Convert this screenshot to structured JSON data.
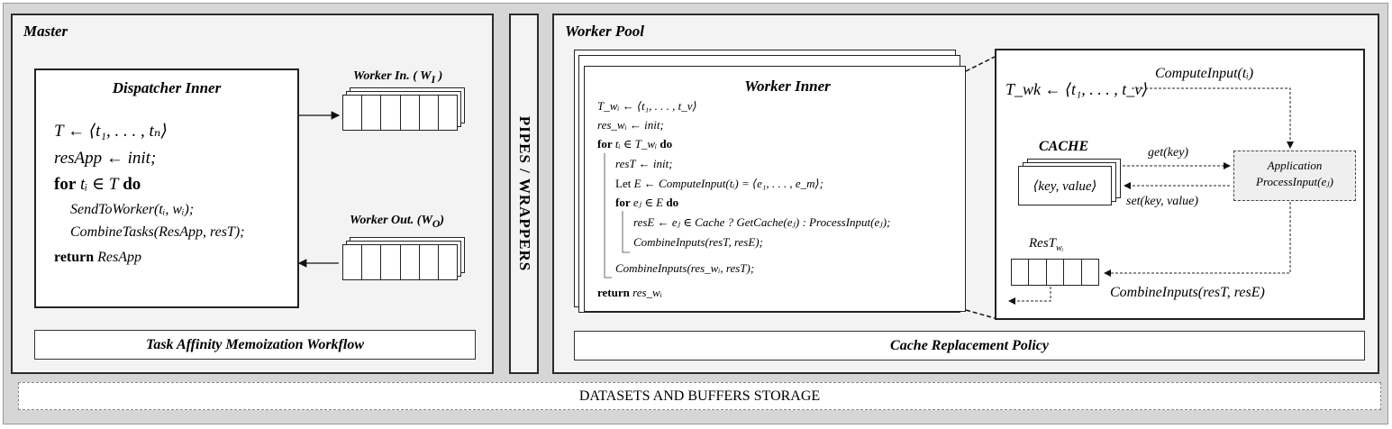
{
  "storage": {
    "label": "DATASETS AND BUFFERS STORAGE"
  },
  "master": {
    "title": "Master",
    "dispatcher": {
      "title": "Dispatcher Inner",
      "l1": "T ← ⟨t₁, . . . , tₙ⟩",
      "l2": "resApp ← init;",
      "l3_kw": "for",
      "l3_mid": "tᵢ ∈ T",
      "l3_kw2": "do",
      "l4": "SendToWorker(tᵢ, wᵢ);",
      "l5": "CombineTasks(ResApp, resT);",
      "l6_kw": "return",
      "l6_val": "ResApp"
    },
    "worker_in_label": "Worker In. ( W",
    "worker_in_sub": "I",
    "worker_in_tail": " )",
    "worker_out_label": "Worker Out. (W",
    "worker_out_sub": "O",
    "worker_out_tail": ")",
    "caption": "Task Affinity Memoization Workflow"
  },
  "pipes": {
    "label": "PIPES / WRAPPERS"
  },
  "pool": {
    "title": "Worker Pool",
    "inner": {
      "title": "Worker Inner",
      "l1": "T_wᵢ ← ⟨t₁, . . . , t_v⟩",
      "l2": "res_wᵢ ← init;",
      "l3_kw": "for",
      "l3_mid": "tᵢ ∈ T_wᵢ",
      "l3_kw2": "do",
      "l4": "resT ← init;",
      "l5_kw": "Let",
      "l5": "E ← ComputeInput(tᵢ) = ⟨e₁, . . . , e_m⟩;",
      "l6_kw": "for",
      "l6_mid": "eⱼ ∈ E",
      "l6_kw2": "do",
      "l7": "resE ← eⱼ ∈ Cache ? GetCache(eⱼ) : ProcessInput(eⱼ);",
      "l8": "CombineInputs(resT, resE);",
      "l9": "CombineInputs(res_wᵢ, resT);",
      "l10_kw": "return",
      "l10": "res_wᵢ"
    },
    "detail": {
      "twk": "T_wk ← ⟨t₁, . . . , t_v⟩",
      "compute": "ComputeInput(tᵢ)",
      "cache_title": "CACHE",
      "cache_kv": "⟨key, value⟩",
      "get": "get(key)",
      "set": "set(key, value)",
      "app_l1": "Application",
      "app_l2": "ProcessInput(eⱼ)",
      "rest": "ResT",
      "rest_sub": "wᵢ",
      "combine": "CombineInputs(resT, resE)"
    },
    "caption": "Cache Replacement Policy"
  }
}
